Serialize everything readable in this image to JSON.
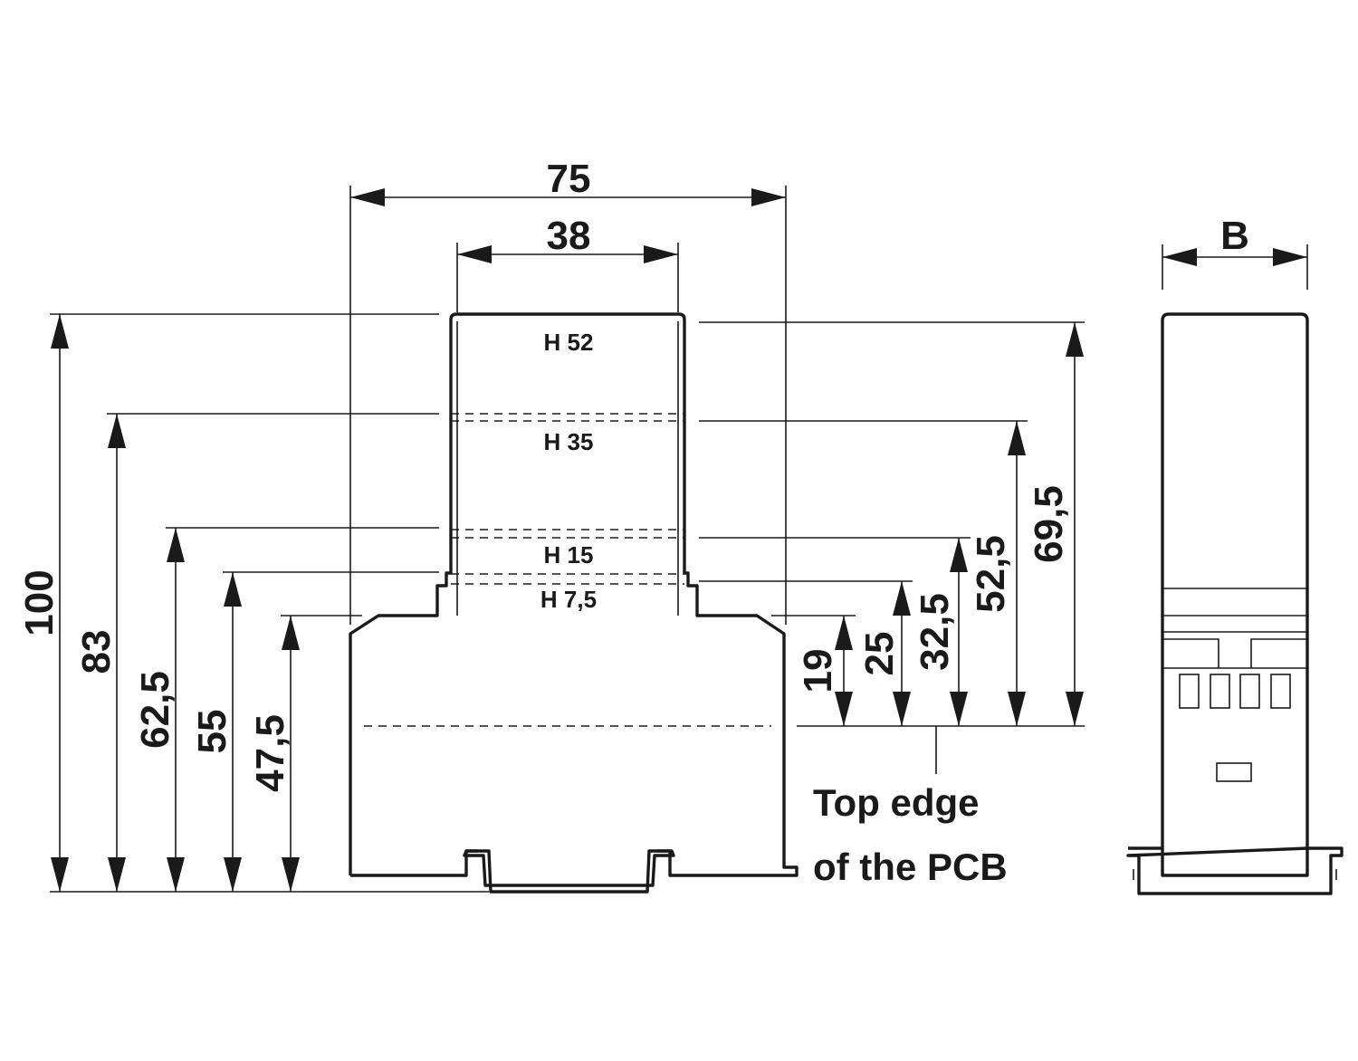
{
  "dimensions": {
    "width_overall": "75",
    "width_top": "38",
    "width_side": "B",
    "left": [
      "100",
      "83",
      "62,5",
      "55",
      "47,5"
    ],
    "right": [
      "19",
      "25",
      "32,5",
      "52,5",
      "69,5"
    ]
  },
  "heights": [
    "H 52",
    "H 35",
    "H 15",
    "H 7,5"
  ],
  "pcb_note": [
    "Top edge",
    "of the PCB"
  ]
}
